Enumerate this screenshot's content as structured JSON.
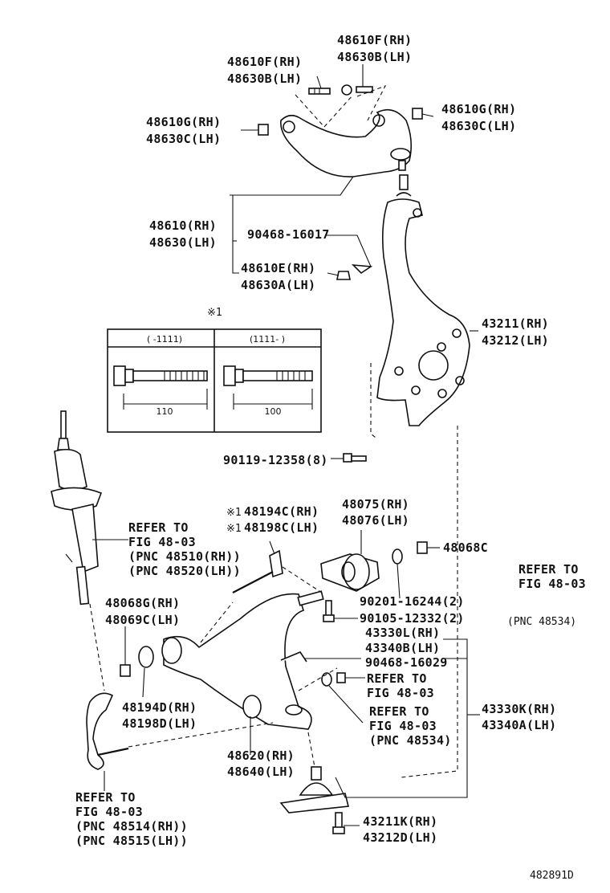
{
  "labels": {
    "l1": "48610F(RH)",
    "l2": "48630B(LH)",
    "l3": "48610F(RH)",
    "l4": "48630B(LH)",
    "l5": "48610G(RH)",
    "l6": "48630C(LH)",
    "l7": "48610G(RH)",
    "l8": "48630C(LH)",
    "l9": "48610(RH)",
    "l10": "48630(LH)",
    "l11": "90468-16017",
    "l12": "48610E(RH)",
    "l13": "48630A(LH)",
    "l14": "※1",
    "l15": "43211(RH)",
    "l16": "43212(LH)",
    "l17": "90119-12358(8)",
    "l18": "REFER TO",
    "l19": "FIG 48-03",
    "l20": "(PNC 48510(RH))",
    "l21": "(PNC 48520(LH))",
    "l22": "※1",
    "l23": "48194C(RH)",
    "l24": "※1",
    "l25": "48198C(LH)",
    "l26": "48075(RH)",
    "l27": "48076(LH)",
    "l28": "48068C",
    "l29": "REFER TO",
    "l30": "FIG 48-03",
    "l31": "48068G(RH)",
    "l32": "48069C(LH)",
    "l33": "90201-16244(2)",
    "l34": "90105-12332(2)",
    "l35": "(PNC 48534)",
    "l36": "43330L(RH)",
    "l37": "43340B(LH)",
    "l38": "90468-16029",
    "l39": "REFER TO",
    "l40": "FIG 48-03",
    "l41": "REFER TO",
    "l42": "FIG 48-03",
    "l43": "(PNC 48534)",
    "l44": "48194D(RH)",
    "l45": "48198D(LH)",
    "l46": "43330K(RH)",
    "l47": "43340A(LH)",
    "l48": "48620(RH)",
    "l49": "48640(LH)",
    "l50": "REFER TO",
    "l51": "FIG 48-03",
    "l52": "(PNC 48514(RH))",
    "l53": "(PNC 48515(LH))",
    "l54": "43211K(RH)",
    "l55": "43212D(LH)",
    "l56": "482891D"
  },
  "inset": {
    "col1_header": "(   -1111)",
    "col2_header": "(1111-   )",
    "dim1": "110",
    "dim2": "100"
  }
}
